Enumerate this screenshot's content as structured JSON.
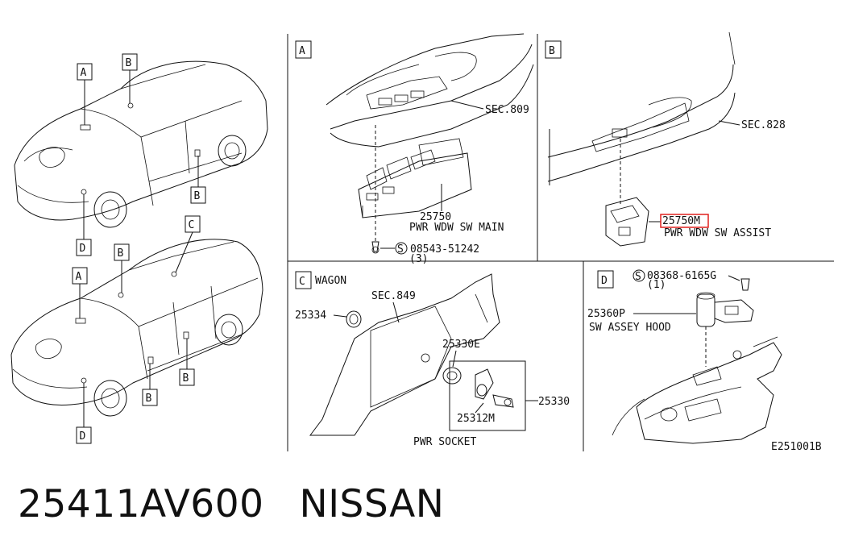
{
  "part_number": "25411AV600",
  "brand": "NISSAN",
  "diagram_code": "E251001B",
  "overview": {
    "callouts_top": [
      "A",
      "B",
      "B",
      "D"
    ],
    "callouts_bottom": [
      "C",
      "B",
      "A",
      "B",
      "B",
      "D"
    ]
  },
  "panel_a": {
    "letter": "A",
    "sec": "SEC.809",
    "part_no": "25750",
    "part_name": "PWR WDW SW MAIN",
    "screw_no": "08543-51242",
    "screw_qty": "(3)"
  },
  "panel_b": {
    "letter": "B",
    "sec": "SEC.828",
    "part_no": "25750M",
    "part_name": "PWR WDW SW ASSIST",
    "highlight_color": "#e0201e"
  },
  "panel_c": {
    "letter": "C",
    "title": "WAGON",
    "sec": "SEC.849",
    "p1": "25334",
    "p2": "25330E",
    "p3": "25330",
    "p4": "25312M",
    "caption": "PWR SOCKET"
  },
  "panel_d": {
    "letter": "D",
    "screw_no": "08368-6165G",
    "screw_qty": "(1)",
    "part_no": "25360P",
    "part_name": "SW ASSEY HOOD"
  },
  "screw_symbol": "S"
}
